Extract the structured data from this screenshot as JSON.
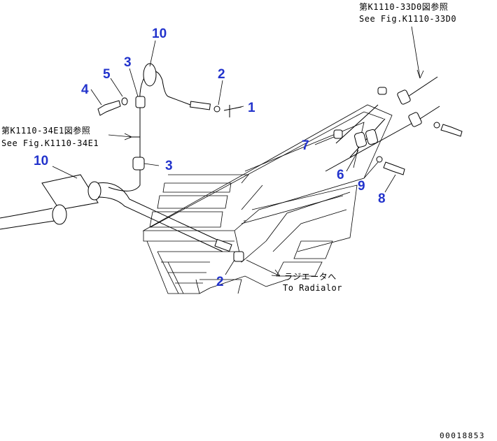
{
  "references": {
    "top_right_jp": "第K1110-33D0図参照",
    "top_right_en": "See Fig.K1110-33D0",
    "left_jp": "第K1110-34E1図参照",
    "left_en": "See Fig.K1110-34E1",
    "radiator_jp": "ラジエータへ",
    "radiator_en": "To Radialor"
  },
  "callouts": {
    "c1": "1",
    "c2a": "2",
    "c2b": "2",
    "c3a": "3",
    "c3b": "3",
    "c4": "4",
    "c5": "5",
    "c6": "6",
    "c7": "7",
    "c8": "8",
    "c9": "9",
    "c10a": "10",
    "c10b": "10"
  },
  "drawing_number": "00018853",
  "colors": {
    "callout": "#2233cc",
    "line": "#000000",
    "background": "#ffffff"
  }
}
